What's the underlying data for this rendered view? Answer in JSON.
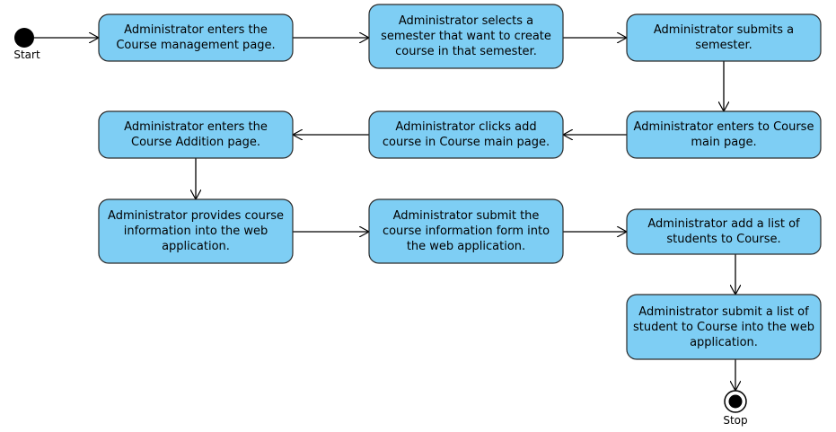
{
  "start_label": "Start",
  "stop_label": "Stop",
  "nodes": [
    {
      "id": "n1",
      "text": "Administrator enters the Course management page."
    },
    {
      "id": "n2",
      "text": "Administrator selects a semester that want to create course in that semester."
    },
    {
      "id": "n3",
      "text": "Administrator submits a semester."
    },
    {
      "id": "n4",
      "text": "Administrator enters to Course main page."
    },
    {
      "id": "n5",
      "text": "Administrator clicks add course in Course main page."
    },
    {
      "id": "n6",
      "text": "Administrator enters the Course Addition page."
    },
    {
      "id": "n7",
      "text": "Administrator provides course information into the web application."
    },
    {
      "id": "n8",
      "text": "Administrator submit the course information form into the web application."
    },
    {
      "id": "n9",
      "text": "Administrator add a list of students to Course."
    },
    {
      "id": "n10",
      "text": "Administrator submit a list of student to Course into the web application."
    }
  ],
  "edges": [
    {
      "from": "start",
      "to": "n1"
    },
    {
      "from": "n1",
      "to": "n2"
    },
    {
      "from": "n2",
      "to": "n3"
    },
    {
      "from": "n3",
      "to": "n4"
    },
    {
      "from": "n4",
      "to": "n5"
    },
    {
      "from": "n5",
      "to": "n6"
    },
    {
      "from": "n6",
      "to": "n7"
    },
    {
      "from": "n7",
      "to": "n8"
    },
    {
      "from": "n8",
      "to": "n9"
    },
    {
      "from": "n9",
      "to": "n10"
    },
    {
      "from": "n10",
      "to": "stop"
    }
  ],
  "colors": {
    "node_fill": "#7ecef4",
    "node_stroke": "#2b2b2b",
    "edge": "#000000"
  }
}
